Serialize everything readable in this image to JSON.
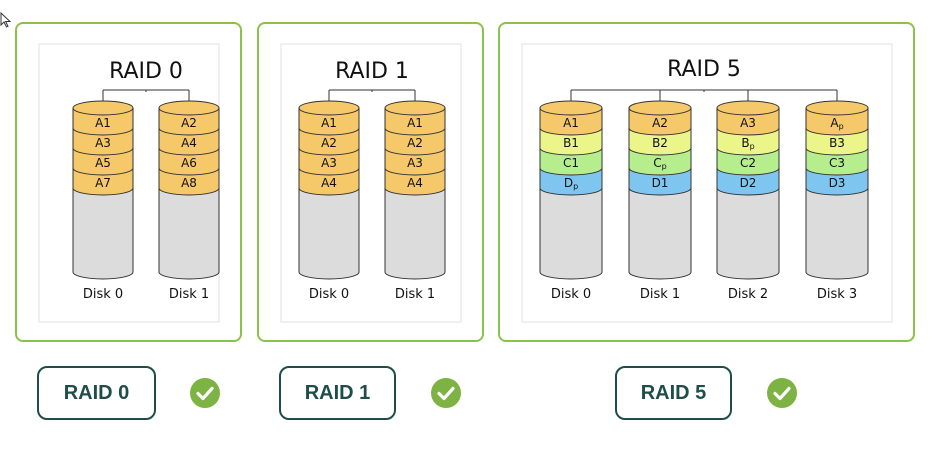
{
  "colors": {
    "panel_border": "#8bc34a",
    "button_border": "#1f4e4a",
    "check_green": "#7cb342",
    "parity_orange": "#f5c86a",
    "stripe_yellow": "#ecf58a",
    "stripe_green": "#b6ee8e",
    "stripe_blue": "#7ec6ef",
    "empty_gray": "#dcdcdc"
  },
  "panels": [
    {
      "title": "RAID 0",
      "disks": [
        {
          "label": "Disk 0",
          "blocks": [
            {
              "t": "A1",
              "c": "parity_orange"
            },
            {
              "t": "A3",
              "c": "parity_orange"
            },
            {
              "t": "A5",
              "c": "parity_orange"
            },
            {
              "t": "A7",
              "c": "parity_orange"
            }
          ]
        },
        {
          "label": "Disk 1",
          "blocks": [
            {
              "t": "A2",
              "c": "parity_orange"
            },
            {
              "t": "A4",
              "c": "parity_orange"
            },
            {
              "t": "A6",
              "c": "parity_orange"
            },
            {
              "t": "A8",
              "c": "parity_orange"
            }
          ]
        }
      ]
    },
    {
      "title": "RAID 1",
      "disks": [
        {
          "label": "Disk 0",
          "blocks": [
            {
              "t": "A1",
              "c": "parity_orange"
            },
            {
              "t": "A2",
              "c": "parity_orange"
            },
            {
              "t": "A3",
              "c": "parity_orange"
            },
            {
              "t": "A4",
              "c": "parity_orange"
            }
          ]
        },
        {
          "label": "Disk 1",
          "blocks": [
            {
              "t": "A1",
              "c": "parity_orange"
            },
            {
              "t": "A2",
              "c": "parity_orange"
            },
            {
              "t": "A3",
              "c": "parity_orange"
            },
            {
              "t": "A4",
              "c": "parity_orange"
            }
          ]
        }
      ]
    },
    {
      "title": "RAID 5",
      "disks": [
        {
          "label": "Disk 0",
          "blocks": [
            {
              "t": "A1",
              "c": "parity_orange"
            },
            {
              "t": "B1",
              "c": "stripe_yellow"
            },
            {
              "t": "C1",
              "c": "stripe_green"
            },
            {
              "t": "D",
              "s": "p",
              "c": "stripe_blue"
            }
          ]
        },
        {
          "label": "Disk 1",
          "blocks": [
            {
              "t": "A2",
              "c": "parity_orange"
            },
            {
              "t": "B2",
              "c": "stripe_yellow"
            },
            {
              "t": "C",
              "s": "p",
              "c": "stripe_green"
            },
            {
              "t": "D1",
              "c": "stripe_blue"
            }
          ]
        },
        {
          "label": "Disk 2",
          "blocks": [
            {
              "t": "A3",
              "c": "parity_orange"
            },
            {
              "t": "B",
              "s": "p",
              "c": "stripe_yellow"
            },
            {
              "t": "C2",
              "c": "stripe_green"
            },
            {
              "t": "D2",
              "c": "stripe_blue"
            }
          ]
        },
        {
          "label": "Disk 3",
          "blocks": [
            {
              "t": "A",
              "s": "p",
              "c": "parity_orange"
            },
            {
              "t": "B3",
              "c": "stripe_yellow"
            },
            {
              "t": "C3",
              "c": "stripe_green"
            },
            {
              "t": "D3",
              "c": "stripe_blue"
            }
          ]
        }
      ]
    }
  ],
  "answers": [
    {
      "label": "RAID 0",
      "checked": true
    },
    {
      "label": "RAID 1",
      "checked": true
    },
    {
      "label": "RAID 5",
      "checked": true
    }
  ],
  "icons": {
    "cursor": "cursor-arrow-icon",
    "check": "check-circle-icon"
  }
}
